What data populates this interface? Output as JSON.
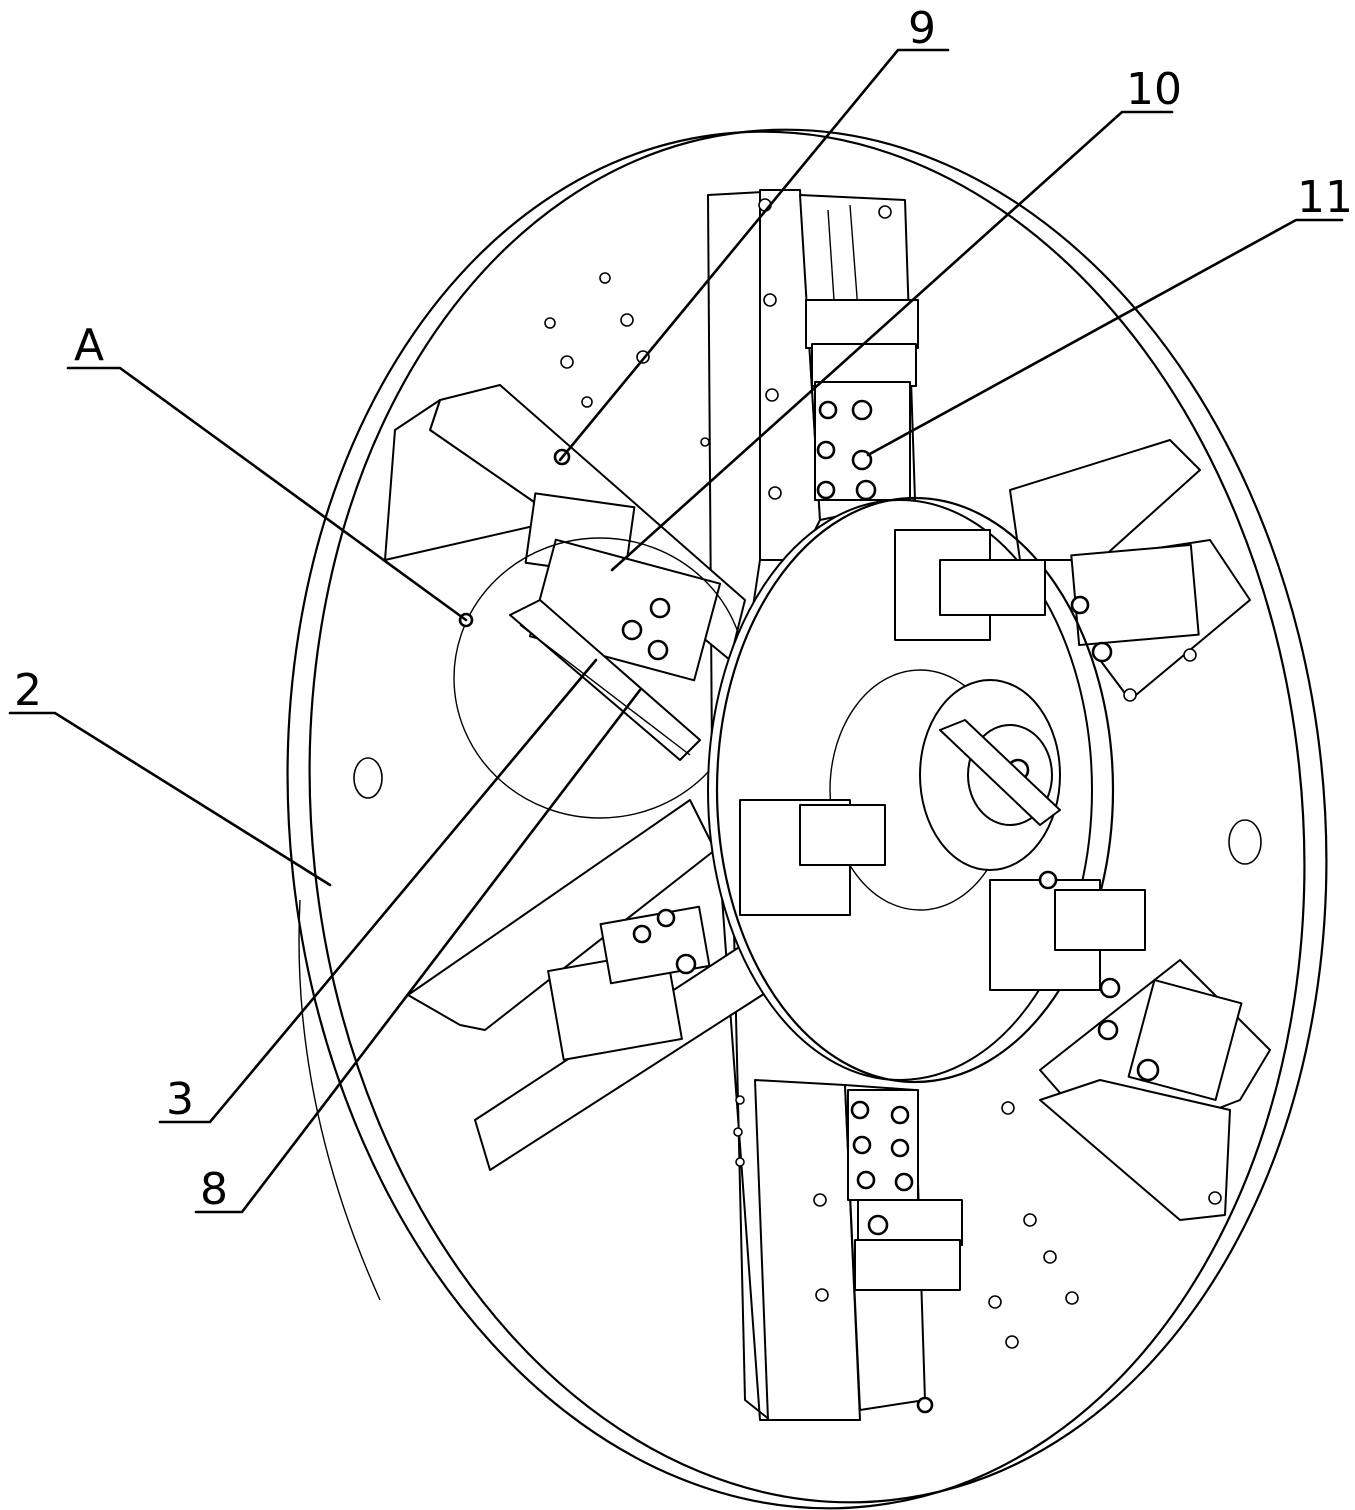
{
  "callouts": [
    {
      "id": "label-9",
      "text": "9"
    },
    {
      "id": "label-10",
      "text": "10"
    },
    {
      "id": "label-11",
      "text": "11"
    },
    {
      "id": "label-A",
      "text": "A"
    },
    {
      "id": "label-2",
      "text": "2"
    },
    {
      "id": "label-3",
      "text": "3"
    },
    {
      "id": "label-8",
      "text": "8"
    }
  ]
}
